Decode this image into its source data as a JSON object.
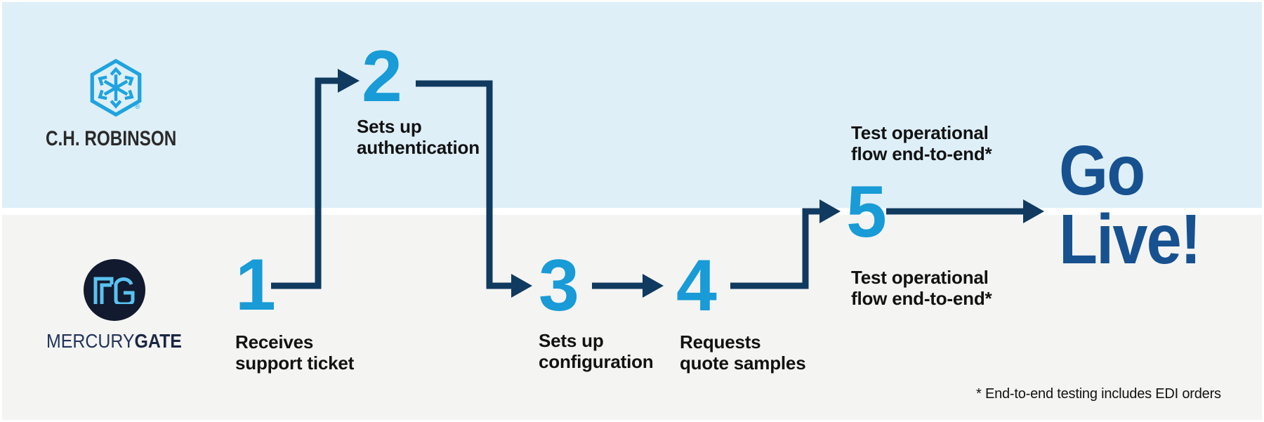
{
  "colors": {
    "band_top": "#DEEFF8",
    "band_bottom": "#F4F4F3",
    "band_divider": "#FFFFFF",
    "connector_navy": "#103A5F",
    "step_number_blue": "#189BD6",
    "go_live_blue": "#17518F",
    "label_text": "#121212",
    "chr_logo_blue": "#1FA3DF",
    "chr_wordmark_gray": "#2B2A29",
    "mg_circle_navy": "#111A2E",
    "mg_monogram_blue": "#5BC2EF",
    "mg_wordmark_navy": "#22345A"
  },
  "lanes": {
    "chrobinson": {
      "logo_icon": "chr-hexagon-arrows-icon",
      "wordmark": "C.H. ROBINSON",
      "registered_mark": "®"
    },
    "mercurygate": {
      "logo_icon": "mg-circle-monogram-icon",
      "wordmark_regular": "MERCURY",
      "wordmark_bold": "GATE"
    }
  },
  "steps": [
    {
      "number": "1",
      "label": "Receives\nsupport ticket",
      "lane": "mercurygate"
    },
    {
      "number": "2",
      "label": "Sets up\nauthentication",
      "lane": "chrobinson"
    },
    {
      "number": "3",
      "label": "Sets up\nconfiguration",
      "lane": "mercurygate"
    },
    {
      "number": "4",
      "label": "Requests\nquote samples",
      "lane": "mercurygate"
    },
    {
      "number": "5",
      "label_top": "Test operational\nflow end-to-end*",
      "label_bottom": "Test operational\nflow end-to-end*",
      "lane": "both"
    }
  ],
  "outcome": {
    "text": "Go\nLive!"
  },
  "footnote": "* End-to-end testing includes EDI orders"
}
